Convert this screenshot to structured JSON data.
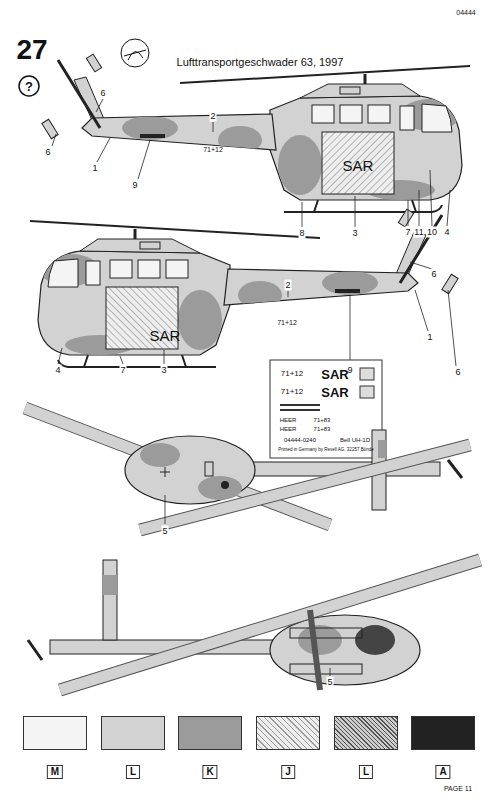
{
  "diagram": {
    "title": "Lufttransportgeschwader 63, 1997",
    "labels": [
      "04444",
      "27",
      "?",
      "6",
      "6",
      "2",
      "71+12",
      "1",
      "9",
      "SAR",
      "8",
      "3",
      "7",
      "11",
      "10",
      "4",
      "6",
      "2",
      "71+12",
      "SAR",
      "1",
      "9",
      "6",
      "4",
      "7",
      "3",
      "71+12",
      "SAR",
      "71+12",
      "SAR",
      "HEER",
      "71+83",
      "HEER",
      "71+83",
      "04444-0240",
      "Bell UH-1D",
      "Printed in Germany by Revell AG, 32257 Bünde",
      "5",
      "5",
      "PAGE 11"
    ],
    "legend": [
      {
        "text": "M",
        "color": "#f4f4f4"
      },
      {
        "text": "L",
        "color": "#d2d2d2"
      },
      {
        "text": "K",
        "color": "#9b9b9b"
      },
      {
        "text": "J"
      },
      {
        "text": "L"
      },
      {
        "text": "A",
        "color": "#222222"
      }
    ]
  }
}
